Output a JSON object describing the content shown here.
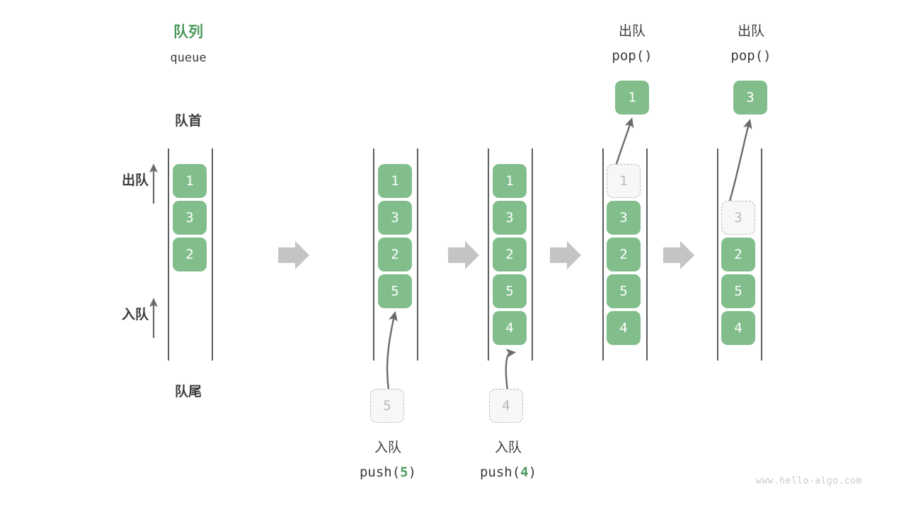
{
  "diagram": {
    "title_cn": "队列",
    "title_en": "queue",
    "head_label": "队首",
    "tail_label": "队尾",
    "dequeue_axis_label": "出队",
    "enqueue_axis_label": "入队",
    "watermark": "www.hello-algo.com",
    "accent_green": "#81be8c",
    "title_green": "#4e9a5d",
    "ghost_gray": "#b9b9b9",
    "arrow_gray": "#c4c4c4",
    "line_gray": "#5c5c5c"
  },
  "stages": [
    {
      "id": "stage-initial",
      "cells": [
        "1",
        "3",
        "2"
      ],
      "ghost_cells": [],
      "caption_cn": "",
      "caption_code": ""
    },
    {
      "id": "stage-push-5",
      "cells": [
        "1",
        "3",
        "2",
        "5"
      ],
      "ghost_cells": [],
      "incoming_value": "5",
      "caption_cn": "入队",
      "caption_code_prefix": "push(",
      "caption_code_value": "5",
      "caption_code_suffix": ")"
    },
    {
      "id": "stage-push-4",
      "cells": [
        "1",
        "3",
        "2",
        "5",
        "4"
      ],
      "ghost_cells": [],
      "incoming_value": "4",
      "caption_cn": "入队",
      "caption_code_prefix": "push(",
      "caption_code_value": "4",
      "caption_code_suffix": ")"
    },
    {
      "id": "stage-pop-1",
      "cells": [
        "3",
        "2",
        "5",
        "4"
      ],
      "ghost_cells": [
        "1"
      ],
      "popped_value": "1",
      "caption_cn": "出队",
      "caption_code": "pop()"
    },
    {
      "id": "stage-pop-3",
      "cells": [
        "2",
        "5",
        "4"
      ],
      "ghost_cells": [
        "3"
      ],
      "popped_value": "3",
      "caption_cn": "出队",
      "caption_code": "pop()"
    }
  ],
  "transition_arrows": [
    "transition-1",
    "transition-2",
    "transition-3",
    "transition-4"
  ]
}
